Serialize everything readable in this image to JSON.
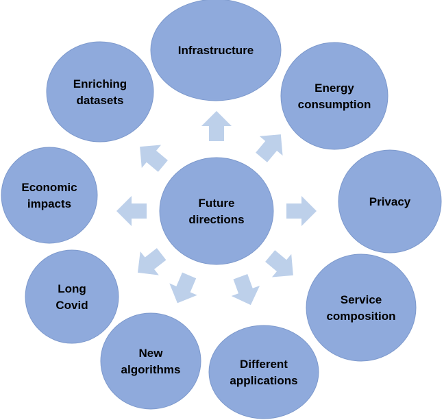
{
  "diagram": {
    "center": {
      "lines": [
        "Future",
        "directions"
      ]
    },
    "nodes": [
      {
        "id": "infrastructure",
        "lines": [
          "Infrastructure"
        ]
      },
      {
        "id": "energy-consumption",
        "lines": [
          "Energy",
          "consumption"
        ]
      },
      {
        "id": "privacy",
        "lines": [
          "Privacy"
        ]
      },
      {
        "id": "service-composition",
        "lines": [
          "Service",
          "composition"
        ]
      },
      {
        "id": "different-applications",
        "lines": [
          "Different",
          "applications"
        ]
      },
      {
        "id": "new-algorithms",
        "lines": [
          "New",
          "algorithms"
        ]
      },
      {
        "id": "long-covid",
        "lines": [
          "Long",
          "Covid"
        ]
      },
      {
        "id": "economic-impacts",
        "lines": [
          "Economic",
          "impacts"
        ]
      },
      {
        "id": "enriching-datasets",
        "lines": [
          "Enriching",
          "datasets"
        ]
      }
    ],
    "colors": {
      "node_fill": "#8faadc",
      "arrow_fill": "#bdd0ea",
      "text": "#000000"
    }
  }
}
